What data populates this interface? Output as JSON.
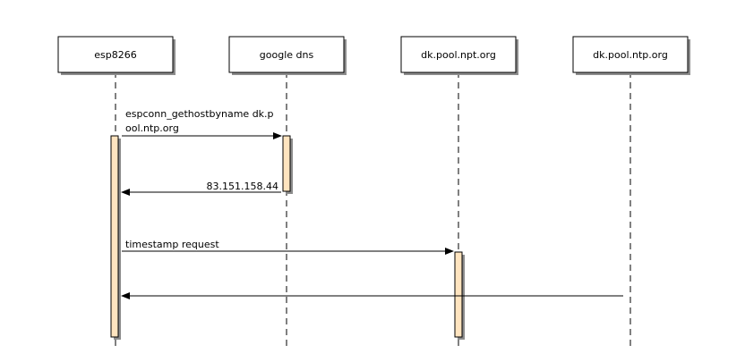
{
  "diagram": {
    "type": "sequence",
    "actors": [
      {
        "id": "esp",
        "label": "esp8266"
      },
      {
        "id": "gdns",
        "label": "google dns"
      },
      {
        "id": "npt",
        "label": "dk.pool.npt.org"
      },
      {
        "id": "ntp",
        "label": "dk.pool.ntp.org"
      }
    ],
    "messages": [
      {
        "from": "esp",
        "to": "gdns",
        "lines": [
          "espconn_gethostbyname dk.p",
          "ool.ntp.org"
        ]
      },
      {
        "from": "gdns",
        "to": "esp",
        "lines": [
          "83.151.158.44"
        ]
      },
      {
        "from": "esp",
        "to": "npt",
        "lines": [
          "timestamp request"
        ]
      },
      {
        "from": "ntp",
        "to": "esp",
        "lines": []
      }
    ],
    "colors": {
      "activation": "#ffe4bf",
      "stroke": "#000000",
      "shadow": "#8c8c8c"
    }
  }
}
